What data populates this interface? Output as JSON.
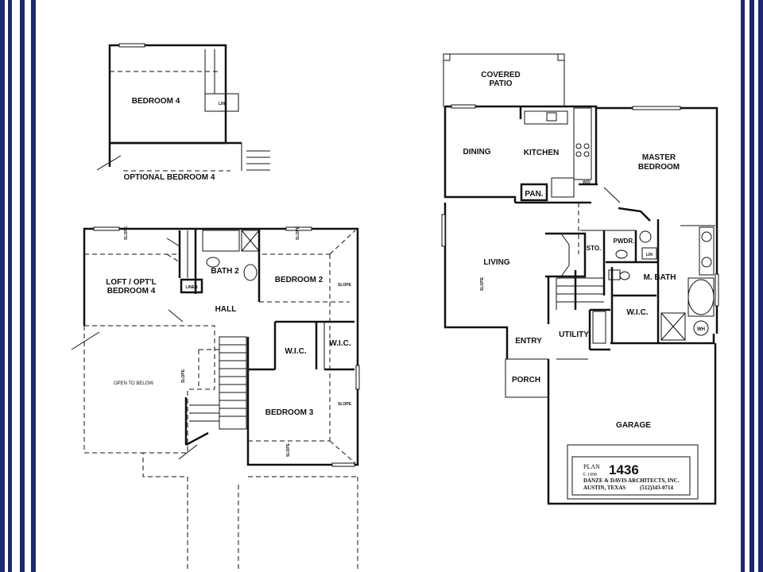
{
  "border": {
    "navy": "#1a2a6c",
    "white": "#ffffff"
  },
  "upper_floor": {
    "optional_bedroom4_title": "OPTIONAL BEDROOM 4",
    "bedroom4": "BEDROOM 4",
    "loft_line1": "LOFT / OPT'L",
    "loft_line2": "BEDROOM 4",
    "bath2": "BATH 2",
    "bedroom2": "BEDROOM 2",
    "hall": "HALL",
    "wic_a": "W.I.C.",
    "wic_b": "W.I.C.",
    "bedroom3": "BEDROOM 3",
    "open_to_below": "OPEN TO BELOW",
    "linen": "LIN",
    "linen2": "LINEN",
    "slope": "SLOPE"
  },
  "main_floor": {
    "covered_patio_line1": "COVERED",
    "covered_patio_line2": "PATIO",
    "dining": "DINING",
    "kitchen": "KITCHEN",
    "master_bedroom_line1": "MASTER",
    "master_bedroom_line2": "BEDROOM",
    "pantry": "PAN.",
    "living": "LIVING",
    "storage": "STO.",
    "powder": "PWDR.",
    "master_bath": "M. BATH",
    "wic": "W.I.C.",
    "entry": "ENTRY",
    "utility": "UTILITY",
    "porch": "PORCH",
    "garage": "GARAGE",
    "water_heater": "WH",
    "slope": "SLOPE",
    "wd": "W/D",
    "lin": "LIN"
  },
  "title_block": {
    "plan_label": "PLAN",
    "plan_number": "1436",
    "copyright": "© 1998",
    "firm": "DANZE & DAVIS ARCHITECTS, INC.",
    "city": "AUSTIN, TEXAS",
    "phone": "(512)343-0714"
  }
}
